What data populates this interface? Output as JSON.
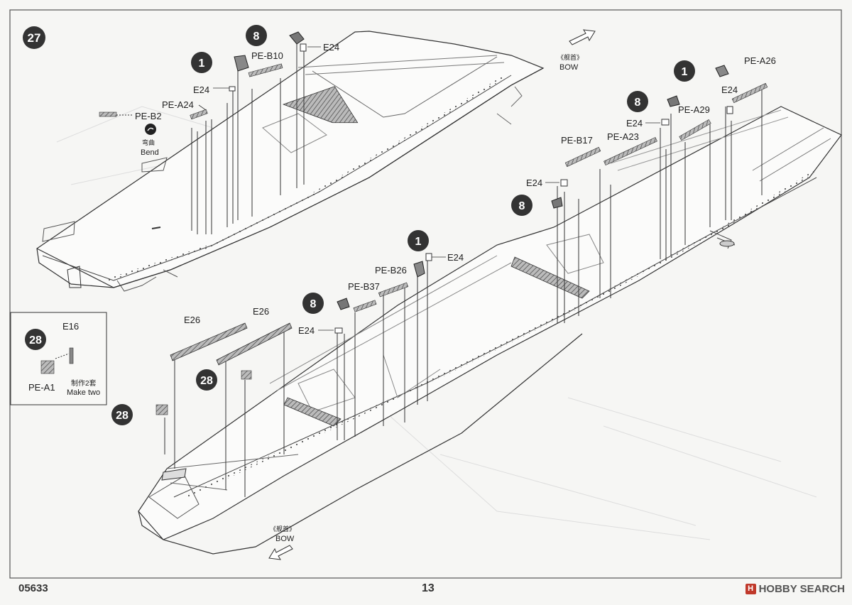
{
  "steps": {
    "step27": "27",
    "step28_inset": "28",
    "step28_a": "28",
    "step28_b": "28"
  },
  "subassembly_refs": {
    "r1a": "1",
    "r8a": "8",
    "r1b": "1",
    "r8b": "8",
    "r8c": "8",
    "r1c": "1",
    "r8d": "8"
  },
  "parts_upper_ship": {
    "pe_b10": "PE-B10",
    "e24_top": "E24",
    "e24_left": "E24",
    "pe_a24": "PE-A24",
    "pe_b2": "PE-B2",
    "bend_cn": "弯曲",
    "bend_en": "Bend"
  },
  "parts_lower_ship": {
    "pe_a26": "PE-A26",
    "e24_r1": "E24",
    "e24_r2": "E24",
    "pe_a29": "PE-A29",
    "pe_b17": "PE-B17",
    "pe_a23": "PE-A23",
    "e24_r3": "E24",
    "e24_mid": "E24",
    "pe_b26": "PE-B26",
    "pe_b37": "PE-B37",
    "e24_low": "E24",
    "e26_a": "E26",
    "e26_b": "E26"
  },
  "inset": {
    "e16": "E16",
    "pe_a1": "PE-A1",
    "make_two_cn": "制作2套",
    "make_two_en": "Make two"
  },
  "bow_markers": {
    "top_cn": "《舰首》",
    "top_en": "BOW",
    "bottom_cn": "《舰首》",
    "bottom_en": "BOW"
  },
  "footer": {
    "product_code": "05633",
    "page_number": "13",
    "watermark": "HOBBY SEARCH",
    "watermark_logo": "H"
  },
  "icons": [
    "bend-icon",
    "bow-arrow-icon",
    "hobby-search-logo-icon"
  ]
}
